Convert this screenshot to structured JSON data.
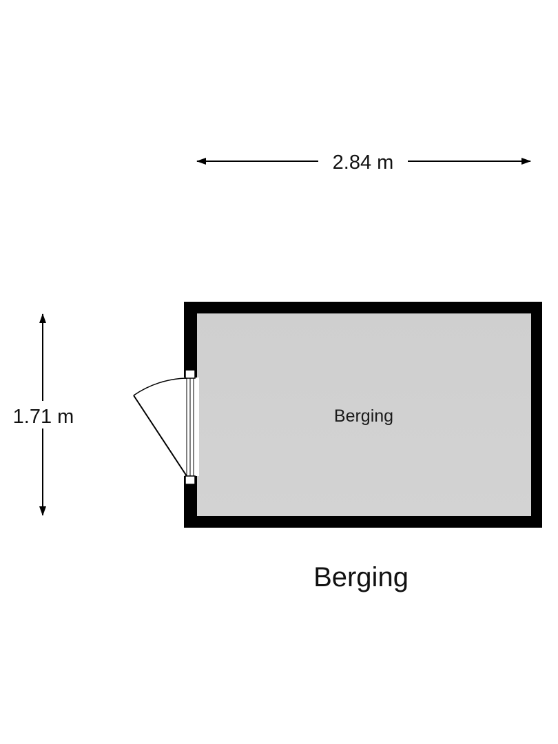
{
  "dimensions": {
    "width_label": "2.84 m",
    "height_label": "1.71 m"
  },
  "room": {
    "label": "Berging"
  },
  "plan": {
    "title": "Berging"
  },
  "colors": {
    "wall": "#000000",
    "floor": "#d0d0d0",
    "background": "#ffffff"
  }
}
